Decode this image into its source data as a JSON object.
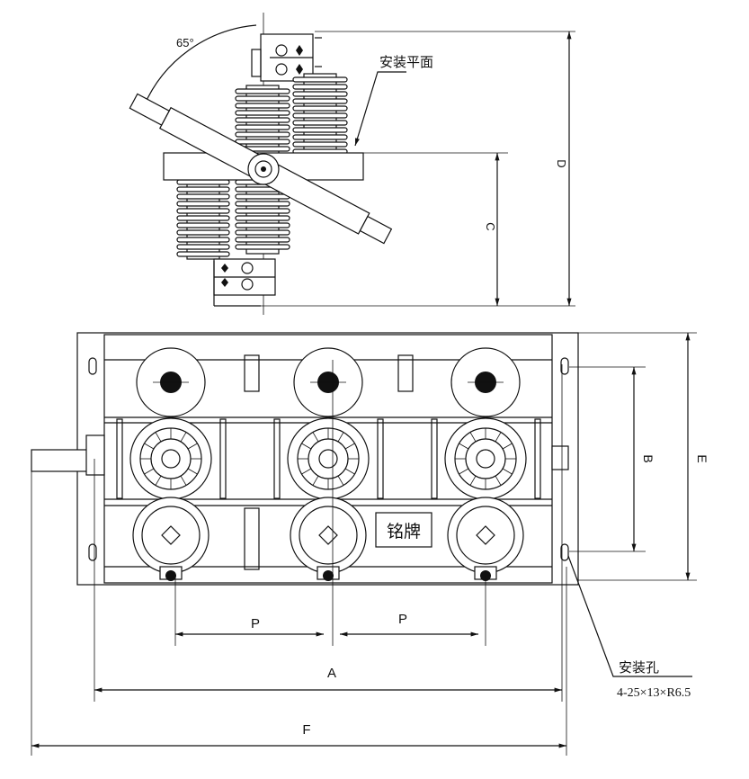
{
  "top_view": {
    "angle_label": "65°",
    "mounting_plane_label": "安装平面",
    "dim_d": "D",
    "dim_c": "C"
  },
  "bottom_view": {
    "nameplate_label": "铭牌",
    "dim_b": "B",
    "dim_e": "E",
    "dim_p1": "P",
    "dim_p2": "P",
    "dim_a": "A",
    "dim_f": "F",
    "mounting_hole_label": "安装孔",
    "mounting_hole_spec": "4-25×13×R6.5"
  }
}
